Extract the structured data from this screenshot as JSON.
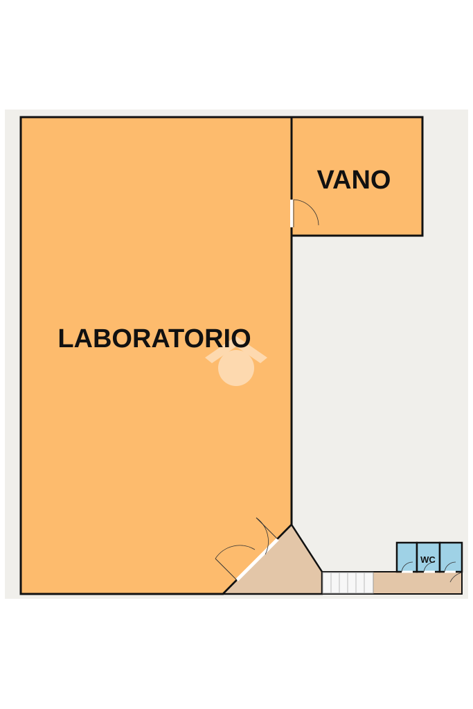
{
  "rooms": {
    "laboratorio": {
      "label": "LABORATORIO"
    },
    "vano": {
      "label": "VANO"
    },
    "wc": {
      "label": "WC"
    }
  },
  "colors": {
    "canvas_background": "#f0efeb",
    "main_room_fill": "#fdbb6d",
    "entry_fill": "#e3c6a8",
    "bathroom_fill": "#9fd2e6",
    "wall": "#111111",
    "stair_fill": "#f7f7f7",
    "watermark": "#ffffff"
  },
  "icons": {
    "watermark": "watermark-logo-icon",
    "door_swing": "door-swing-icon",
    "stairs": "stairs-icon"
  }
}
